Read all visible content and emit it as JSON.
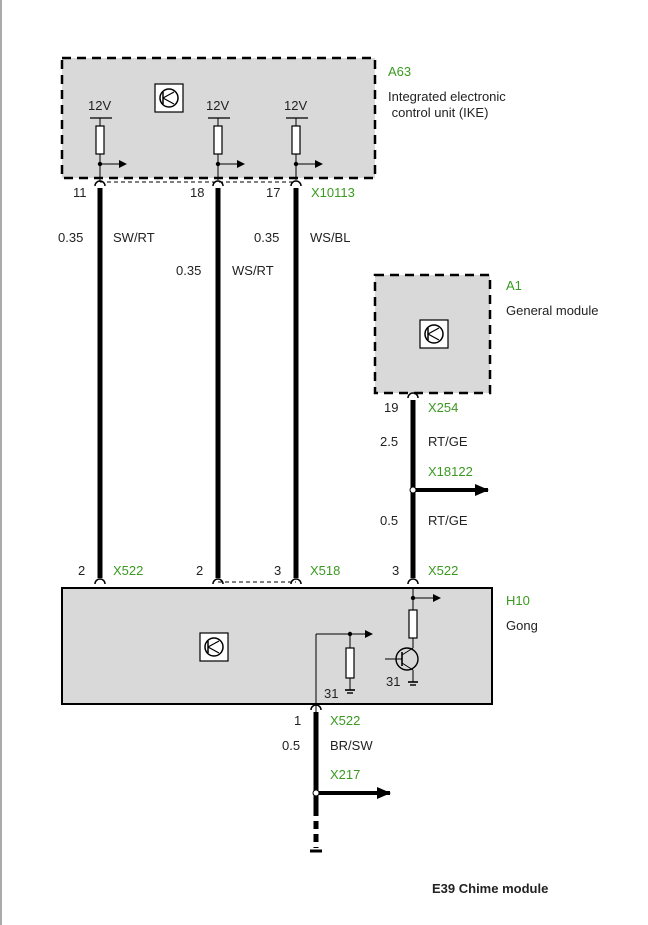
{
  "diagram_title": "E39 Chime module",
  "colors": {
    "label_green": "#3a9a20",
    "box_fill": "#d9d9d9"
  },
  "icons": [
    "transistor-module-icon",
    "arrow-right-icon",
    "resistor-icon",
    "ground-icon"
  ],
  "ike": {
    "id": "A63",
    "name_line1": "Integrated electronic",
    "name_line2": " control unit (IKE)",
    "supply_left": "12V",
    "supply_mid": "12V",
    "supply_right": "12V",
    "connector": "X10113",
    "pin_left": "11",
    "pin_mid": "18",
    "pin_right": "17"
  },
  "general_module": {
    "id": "A1",
    "name": "General module",
    "pin": "19",
    "connector": "X254"
  },
  "gong": {
    "id": "H10",
    "name": "Gong",
    "pin_in_1": "2",
    "conn_in_1": "X522",
    "pin_in_2": "2",
    "pin_in_3": "3",
    "conn_in_23": "X518",
    "pin_in_4": "3",
    "conn_in_4": "X522",
    "ground_left": "31",
    "ground_right": "31",
    "pin_out": "1",
    "conn_out": "X522"
  },
  "wires": {
    "w1_size": "0.35",
    "w1_color": "SW/RT",
    "w2_size": "0.35",
    "w2_color": "WS/RT",
    "w3_size": "0.35",
    "w3_color": "WS/BL",
    "w4_size": "2.5",
    "w4_color": "RT/GE",
    "w5_size": "0.5",
    "w5_color": "RT/GE",
    "w6_size": "0.5",
    "w6_color": "BR/SW"
  },
  "splices": {
    "gm_splice": "X18122",
    "out_splice": "X217"
  }
}
